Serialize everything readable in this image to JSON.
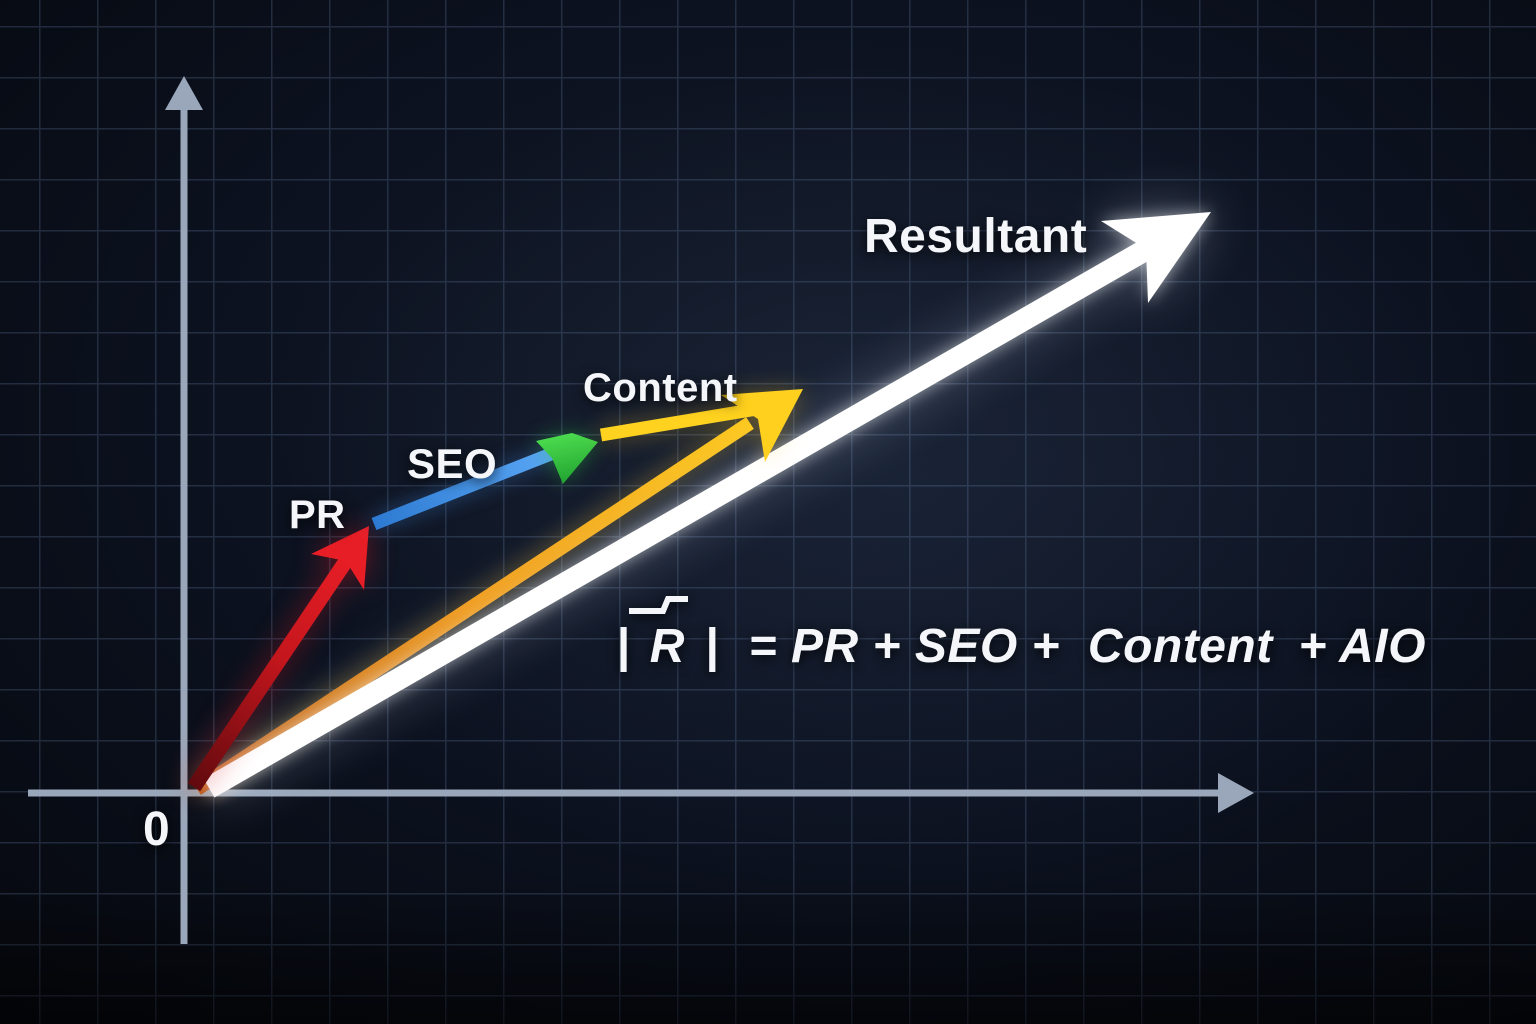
{
  "diagram": {
    "title": "Vector addition diagram of marketing channels",
    "origin_label": "0",
    "labels": {
      "pr": "PR",
      "seo": "SEO",
      "content": "Content",
      "resultant": "Resultant"
    },
    "formula": {
      "abs_open": "|",
      "r_symbol": "R",
      "abs_close": "|",
      "mid": "= PR + SEO +",
      "content_term": "Content",
      "aio_term": "+ AIO",
      "full_text": "|R̄| = PR + SEO + Content + AIO"
    },
    "vectors": [
      {
        "name": "PR",
        "label": "PR",
        "color": "#e81e26",
        "from": [
          194,
          789
        ],
        "to": [
          369,
          526
        ]
      },
      {
        "name": "SEO",
        "label": "SEO",
        "color": "#3f8fe6",
        "from": [
          374,
          524
        ],
        "to": [
          599,
          440
        ]
      },
      {
        "name": "Content",
        "label": "Content",
        "color": "#ffd21f",
        "from": [
          601,
          436
        ],
        "to": [
          803,
          389
        ]
      },
      {
        "name": "AIO",
        "label": "",
        "color": "#f29a16",
        "from": [
          197,
          789
        ],
        "to": [
          803,
          389
        ]
      },
      {
        "name": "Resultant",
        "label": "Resultant",
        "color": "#ffffff",
        "from": [
          209,
          788
        ],
        "to": [
          1211,
          212
        ]
      }
    ],
    "colors": {
      "background": "#0b1019",
      "grid": "#3a4d6e",
      "axis": "#9aa7ba",
      "text": "#f4f6fa",
      "pr_red": "#e81e26",
      "seo_blue": "#3f8fe6",
      "content_arrowhead_green": "#35c043",
      "content_yellow": "#ffd21f",
      "aio_orange": "#f29a16",
      "resultant_white": "#ffffff"
    }
  }
}
